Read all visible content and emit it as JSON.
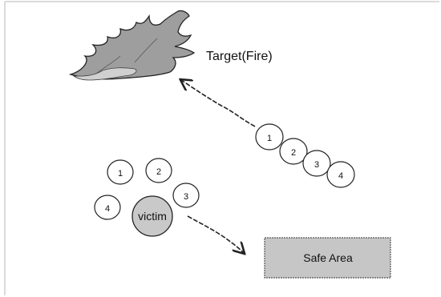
{
  "diagram": {
    "target_label": "Target(Fire)",
    "victim_label": "victim",
    "safe_area_label": "Safe Area",
    "right_group": {
      "nodes": [
        "1",
        "2",
        "3",
        "4"
      ]
    },
    "left_group": {
      "nodes": [
        "1",
        "2",
        "3",
        "4"
      ]
    },
    "colors": {
      "fire_fill": "#9e9e9e",
      "fire_light": "#d0d0d0",
      "victim_fill": "#c9c9c9",
      "safe_fill": "#c6c6c6",
      "stroke": "#222222"
    },
    "icons": {
      "fire": "fire-icon",
      "arrow": "arrow"
    }
  }
}
